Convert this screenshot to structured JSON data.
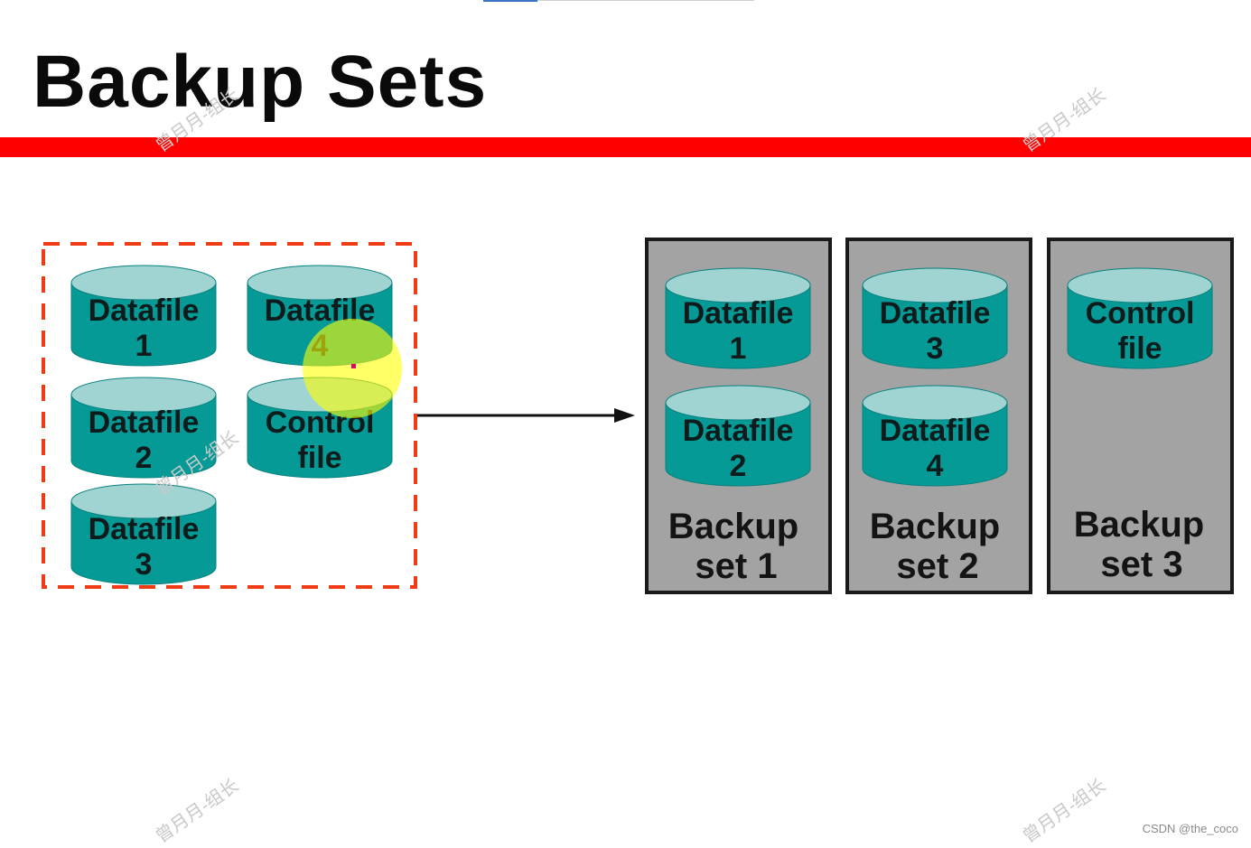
{
  "title": "Backup Sets",
  "colors": {
    "header_bar": "#ff0000",
    "dashed_border": "#f03c14",
    "cylinder_body": "#069a96",
    "cylinder_top": "#9fd4d2",
    "set_panel": "#a3a3a3",
    "pointer_highlight": "#ffff00"
  },
  "source_group": {
    "cylinders": [
      {
        "line1": "Datafile",
        "line2": "1"
      },
      {
        "line1": "Datafile",
        "line2": "4"
      },
      {
        "line1": "Datafile",
        "line2": "2"
      },
      {
        "line1": "Control",
        "line2": "file"
      },
      {
        "line1": "Datafile",
        "line2": "3"
      }
    ]
  },
  "backup_sets": [
    {
      "label_line1": "Backup",
      "label_line2": "set 1",
      "cylinders": [
        {
          "line1": "Datafile",
          "line2": "1"
        },
        {
          "line1": "Datafile",
          "line2": "2"
        }
      ]
    },
    {
      "label_line1": "Backup",
      "label_line2": "set 2",
      "cylinders": [
        {
          "line1": "Datafile",
          "line2": "3"
        },
        {
          "line1": "Datafile",
          "line2": "4"
        }
      ]
    },
    {
      "label_line1": "Backup",
      "label_line2": "set 3",
      "cylinders": [
        {
          "line1": "Control",
          "line2": "file"
        }
      ]
    }
  ],
  "watermark": "曾月月-组长",
  "credit": "CSDN @the_coco",
  "icons": {
    "arrow": "right-arrow-icon",
    "pointer": "pointer-highlight-icon"
  }
}
